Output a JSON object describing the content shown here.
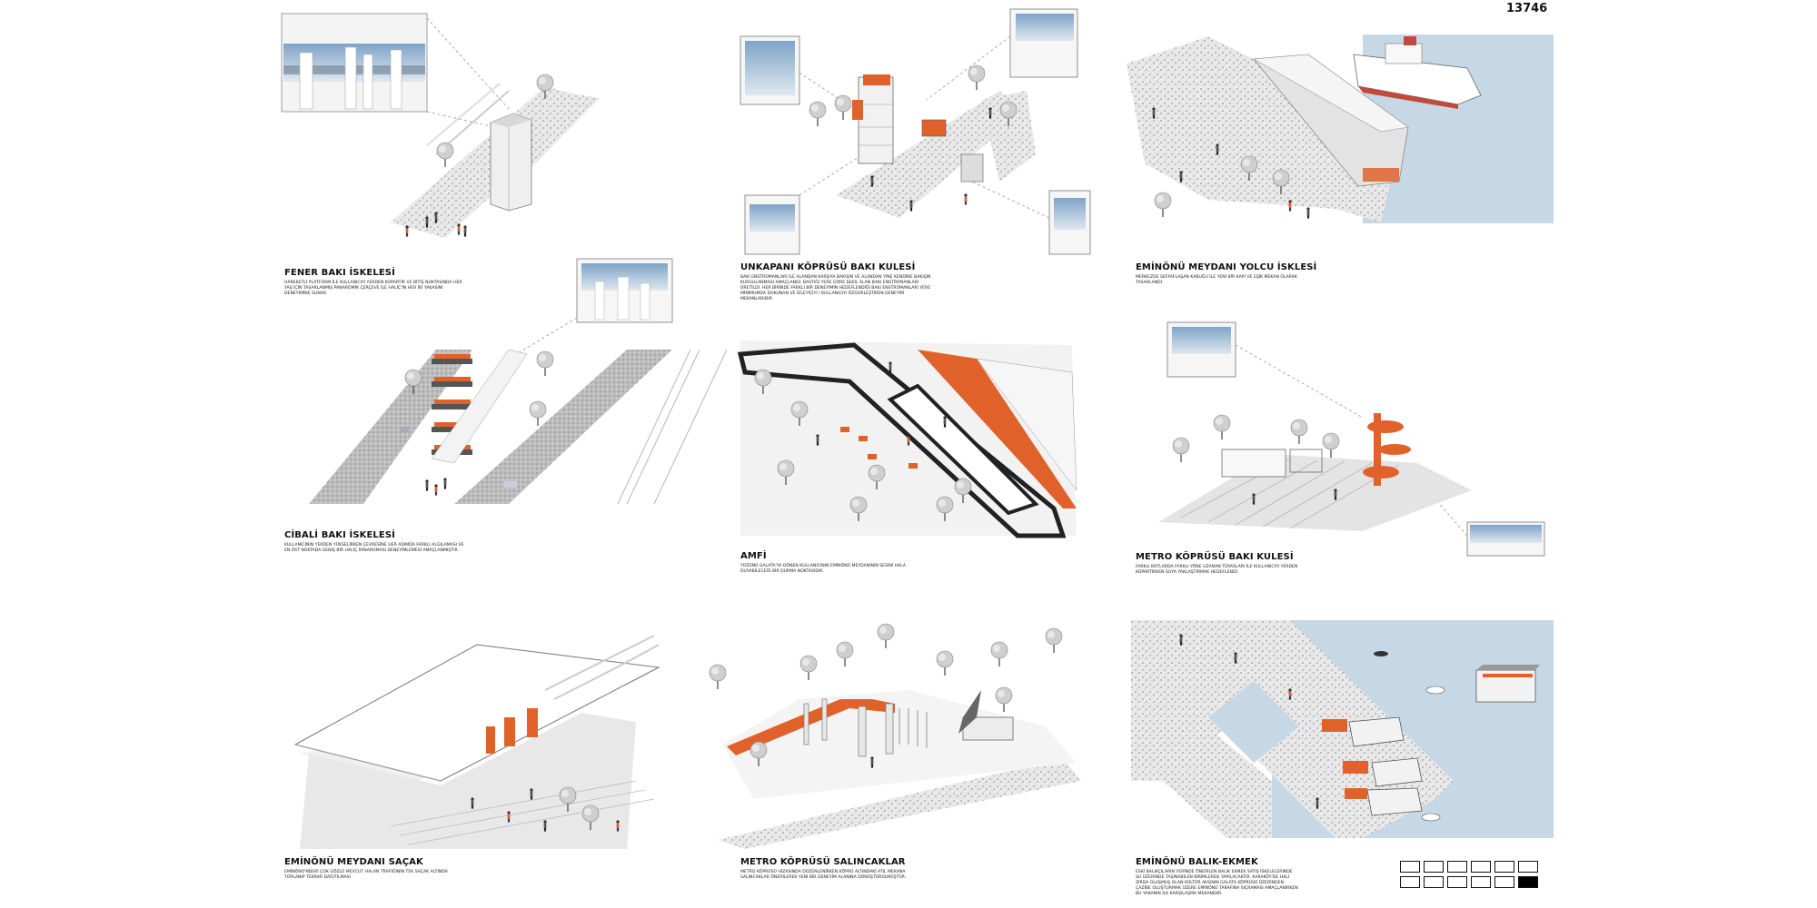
{
  "sheet_number": "13746",
  "colors": {
    "accent": "#e0622a",
    "water": "#c6d8e6",
    "ground": "#d9d9d9",
    "ink": "#111111"
  },
  "panels": [
    {
      "title": "FENER BAKI İSKELESİ",
      "text": "HAREKETLİ PLATFORM İLE KULLANICIYI YERDEN KOPARTIR VE BİTİŞ NOKTASINDA HER YAŞ İÇİN TASARLANMIŞ PANAROMİK ÇERÇEVE İLE HALİÇ'İN HER İKİ YAKASINI DENEYİMİNE SUNAR."
    },
    {
      "title": "UNKAPANI KÖPRÜSÜ BAKI KULESİ",
      "text": "BAKI ENSTRÜMANLARI İLE ALANDAN KARŞIYA BAKIŞIN VE ALANDAN YİNE KENDİNE BAKIŞIN KURGULANMASI AMAÇLANDI. BASTIĞI YERE GÖRE ŞEKİL ALAN BAKI ENSTRÜMANLARI ÜRETİLDİ. HER BİRİNDE FARKLI BİR DENEYİMİN HEDEFLENDİĞİ BAKI ENSTRÜMANLARI YERE MİNİMUMDA DOKUNAN VE İZLEYİCİYİ / KULLANICIYI ÖZGÜRLEŞTİREN DENEYİM MEKANLARIDIR."
    },
    {
      "title": "EMİNÖNÜ MEYDANI YOLCU İSKLESİ",
      "text": "MERKEZDE SEFFAFLAŞAN KABUĞU İLE YENİ BİR KAPI VE EŞİK MEKAN OLARAK TASARLANDI."
    },
    {
      "title": "CİBALİ BAKI İSKELESİ",
      "text": "KULLANICININ YERDEN YÜKSELİRKEN ÇEVRESİNE HER ADIMDA FARKLI ALGILAMASI VE EN ÜST NOKTADA GENİŞ BİR HALİÇ PANAROMASI DENEYİMLEMESİ AMAÇLANMIŞTIR."
    },
    {
      "title": "AMFİ",
      "text": "YÜZÜNÜ GALATA'YA DÖNEN KULLANICININ EMİNÖNÜ MEYDANININ SESİNİ HALA DUYABİLECEĞİ BİR DURMA NOKTASIDIR."
    },
    {
      "title": "METRO KÖPRÜSÜ BAKI KULESİ",
      "text": "FARKLI KOTLARDA FARKLI YÖNE UZANAN TERASLARI İLE KULLANICIYI YERDEN KOPARTIRKEN SUYA YAKLAŞTIRMAK HEDEFLENDİ."
    },
    {
      "title": "EMİNÖNÜ MEYDANI SAÇAK",
      "text": "EMİNÖNÜ'NDEKİ ÇOK GÖZLÜ MEVCUT HALAN TRAFİĞİNİN TEK SAÇAK ALTINDA TOPLANIP TEKRAR DAĞITILMASI"
    },
    {
      "title": "METRO KÖPRÜSÜ SALINCAKLAR",
      "text": "METRO KÖPRÜSÜ HİZASINDA DÜZENLENİRKEN KÖPRÜ ALTINDAKİ ATIL MEKANA SALINCAKLAR ÖNERİLEREK YENİ BİR DENEYİM ALANINA DÖNÜŞTÜRÜLMÜŞTÜR."
    },
    {
      "title": "EMİNÖNÜ BALIK-EKMEK",
      "text": "ESKİ BALIKÇILARIN YERİNDE ÖNERİLEN BALIK EKMEK SATIŞ İSKELELERİNDE SU ÜZERİNDE TAŞINABİLEN BİRİMLERDE YAPILACAKTIR. KARAKÖY'DE HALİ ZIRDA OLUŞMUŞ OLAN KÜLTÜR AKSININ GALATA KÖPRÜSÜ ÜZERİNDEN ÇAZİBE OLUŞTURMAK ÜZERE EMİNÖNÜ TARAFINA SIÇRAMASI AMAÇLANIRKEN BU YAKANIN İLK KARŞILAŞMA MEKANIDIR."
    }
  ],
  "sheet_index": {
    "total": 12,
    "active": 12
  }
}
